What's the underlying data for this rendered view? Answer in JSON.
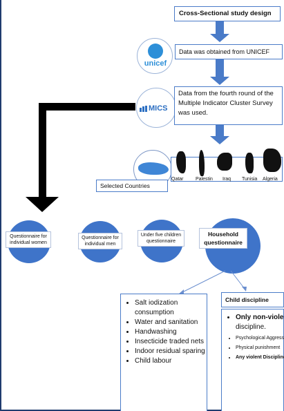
{
  "flow": {
    "design": "Cross-Sectional study design",
    "source": "Data was obtained from UNICEF",
    "mics_round": "Data from the fourth round of the Multiple Indicator Cluster Survey was used.",
    "selected_countries": "Selected Countries"
  },
  "logos": {
    "unicef": "unicef",
    "mics": "MICS"
  },
  "countries": [
    "Qatar",
    "Palestin",
    "Iraq",
    "Tunisia",
    "Algeria"
  ],
  "questionnaires": {
    "women": "Questionnaire for individual women",
    "men": "Questionnaire for individual men",
    "under_five": "Under five children questionnaire",
    "household": "Household questionnaire"
  },
  "household_modules": {
    "items": [
      "Salt iodization consumption",
      "Water and sanitation",
      "Handwashing",
      "Insecticide traded nets",
      "Indoor residual sparing",
      "Child labour"
    ]
  },
  "child_discipline": {
    "title": "Child discipline",
    "only_non_violent_bold": "Only non-violent",
    "only_non_violent_rest": "discipline.",
    "psychological": "Psychological Aggression",
    "physical": "Physical punishment",
    "any_violent": "Any violent Discipline"
  },
  "colors": {
    "arrow_blue": "#4a7bc8",
    "circle_blue": "#3f74c9",
    "frame_navy": "#1f3b6e"
  }
}
